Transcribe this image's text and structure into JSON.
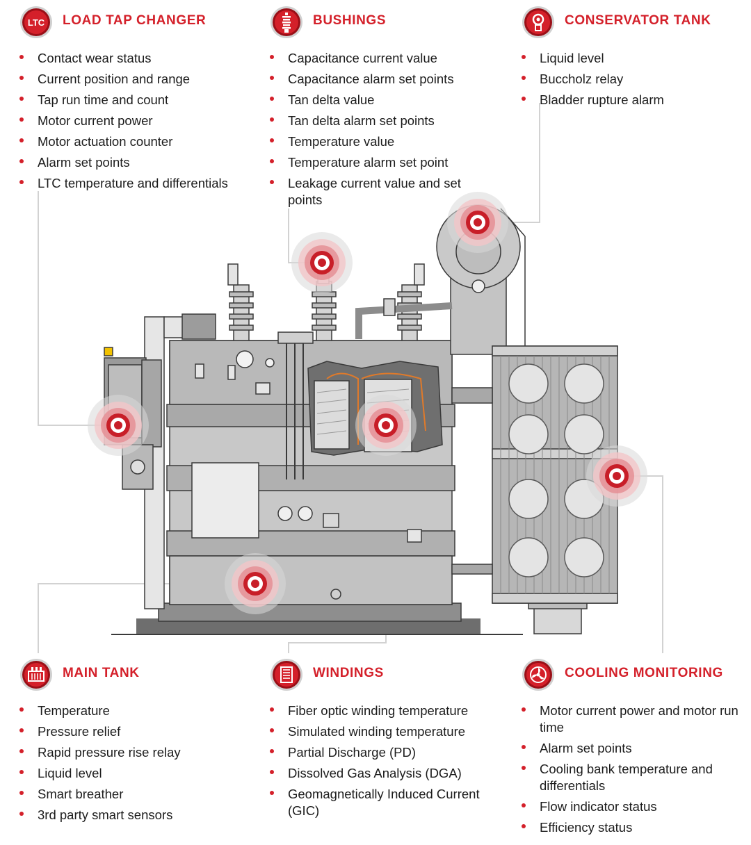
{
  "colors": {
    "accent": "#d4202a",
    "dark_red": "#9a0f17",
    "machine_gray": "#c6c6c6",
    "outline": "#3a3a3a",
    "leader_line": "#cfcfcf"
  },
  "sections": {
    "ltc": {
      "icon": "ltc-badge-icon",
      "icon_text": "LTC",
      "title": "LOAD TAP CHANGER",
      "items": [
        "Contact wear status",
        "Current position and range",
        "Tap run time and count",
        "Motor current power",
        "Motor actuation counter",
        "Alarm set points",
        "LTC temperature and differentials"
      ]
    },
    "bushings": {
      "icon": "bushing-icon",
      "title": "BUSHINGS",
      "items": [
        "Capacitance current value",
        "Capacitance alarm set points",
        "Tan delta value",
        "Tan delta alarm set points",
        "Temperature value",
        "Temperature alarm set point",
        "Leakage current value and set points"
      ]
    },
    "conservator": {
      "icon": "conservator-gauge-icon",
      "title": "CONSERVATOR TANK",
      "items": [
        "Liquid level",
        "Buccholz relay",
        "Bladder rupture alarm"
      ]
    },
    "main_tank": {
      "icon": "main-tank-icon",
      "title": "MAIN TANK",
      "items": [
        "Temperature",
        "Pressure relief",
        "Rapid pressure rise relay",
        "Liquid level",
        "Smart breather",
        "3rd party smart sensors"
      ]
    },
    "windings": {
      "icon": "winding-coil-icon",
      "title": "WINDINGS",
      "items": [
        "Fiber optic winding temperature",
        "Simulated winding temperature",
        "Partial Discharge (PD)",
        "Dissolved Gas Analysis (DGA)",
        "Geomagnetically Induced Current (GIC)"
      ]
    },
    "cooling": {
      "icon": "cooling-fan-icon",
      "title": "COOLING MONITORING",
      "items": [
        "Motor current power and motor run time",
        "Alarm set points",
        "Cooling bank temperature and differentials",
        "Flow indicator status",
        "Efficiency status"
      ]
    }
  },
  "hotspots": [
    {
      "name": "ltc-hotspot",
      "target": "ltc"
    },
    {
      "name": "bushings-hotspot",
      "target": "bushings"
    },
    {
      "name": "conservator-hotspot",
      "target": "conservator"
    },
    {
      "name": "windings-hotspot",
      "target": "windings"
    },
    {
      "name": "cooling-hotspot",
      "target": "cooling"
    },
    {
      "name": "main-tank-hotspot",
      "target": "main_tank"
    }
  ]
}
